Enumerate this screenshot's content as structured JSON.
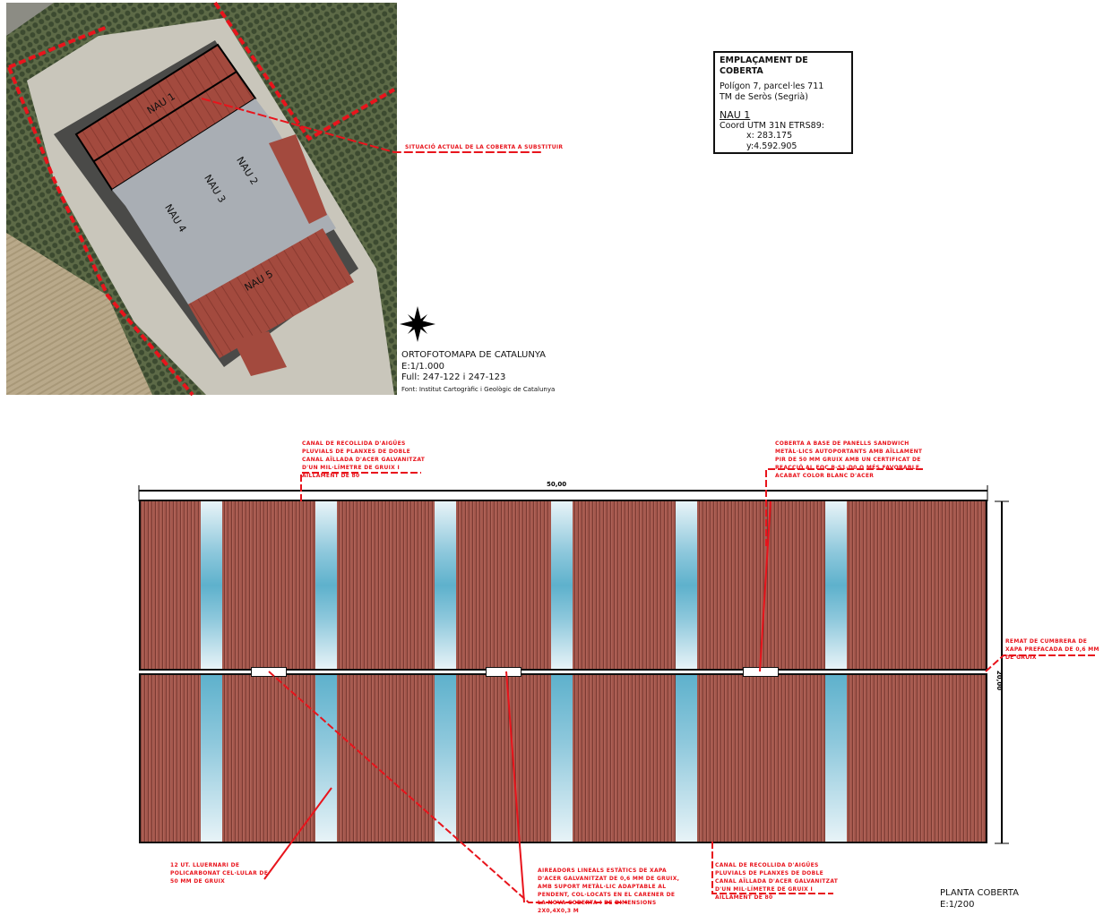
{
  "aerial": {
    "labels": [
      "NAU 1",
      "NAU 2",
      "NAU 3",
      "NAU 4",
      "NAU 5"
    ],
    "callout": "Situació actual de la coberta a substituir",
    "map_title": "ORTOFOTOMAPA DE CATALUNYA",
    "map_scale": "E:1/1.000",
    "map_sheet": "Full: 247-122 i 247-123",
    "map_source": "Font: Institut Cartogràfic i Geològic de Catalunya"
  },
  "infobox": {
    "title": "EMPLAÇAMENT DE COBERTA",
    "line1": "Polígon 7, parcel·les 711",
    "line2": "TM de Seròs (Segrià)",
    "nau": "NAU 1",
    "coord_label": "Coord UTM 31N ETRS89:",
    "x": "x: 283.175",
    "y": "y:4.592.905"
  },
  "plan": {
    "dim_width": "50,00",
    "dim_height": "20,00",
    "notes": {
      "gutter_top": "Canal de recollida d'aigües pluvials de planxes de doble canal aïllada d'acer galvanitzat d'un mil·límetre de gruix i aïllament de 80",
      "roof": "Coberta a base de panells sandwich metàl·lics autoportants amb aïllament pir de 50 mm gruix amb un certificat de reacció al foc B-s1-d0 o més favorable, acabat color blanc d'acer",
      "ridge": "Remat de cumbrera de xapa prefacada de 0,6 mm de gruix",
      "skylight": "12 ut. lluernari de policarbonat cel·lular de 50 mm de gruix",
      "aerators": "Aireadors lineals estàtics de xapa d'acer galvanitzat de 0,6 mm de gruix, amb suport metàl·lic adaptable al pendent, col·locats en el carener de la nova coberta i de dimensions 2x0,4x0,3 m",
      "gutter_bottom": "Canal de recollida d'aigües pluvials de planxes de doble canal aïllada d'acer galvanitzat d'un mil·límetre de gruix i aïllament de 80"
    },
    "title": "PLANTA COBERTA",
    "scale": "E:1/200"
  },
  "colors": {
    "annotation": "#e8141c",
    "roof": "#a4574c",
    "skylight": "#5eb1cc"
  }
}
